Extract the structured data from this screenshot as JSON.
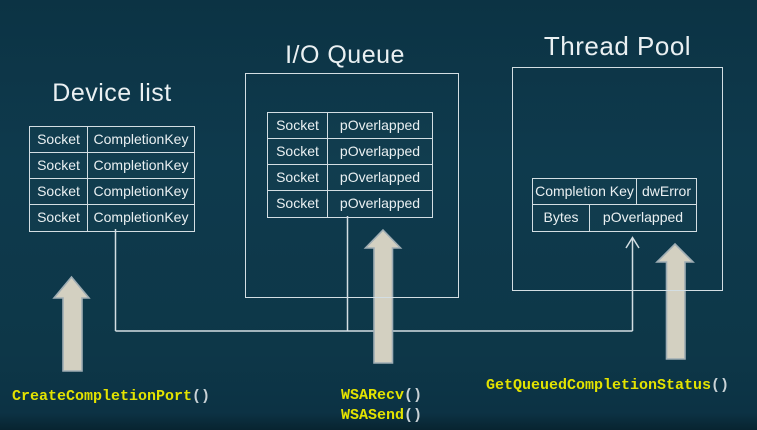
{
  "sections": {
    "device_list": {
      "title": "Device list",
      "rows": [
        [
          "Socket",
          "CompletionKey"
        ],
        [
          "Socket",
          "CompletionKey"
        ],
        [
          "Socket",
          "CompletionKey"
        ],
        [
          "Socket",
          "CompletionKey"
        ]
      ]
    },
    "io_queue": {
      "title": "I/O Queue",
      "rows": [
        [
          "Socket",
          "pOverlapped"
        ],
        [
          "Socket",
          "pOverlapped"
        ],
        [
          "Socket",
          "pOverlapped"
        ],
        [
          "Socket",
          "pOverlapped"
        ]
      ]
    },
    "thread_pool": {
      "title": "Thread Pool",
      "rows": [
        [
          "Completion Key",
          "dwError"
        ],
        [
          "Bytes",
          "pOverlapped"
        ]
      ]
    }
  },
  "labels": {
    "create_completion_port": {
      "name": "CreateCompletionPort",
      "parens": "()"
    },
    "wsa_recv": {
      "name": "WSARecv",
      "parens": "()"
    },
    "wsa_send": {
      "name": "WSASend",
      "parens": "()"
    },
    "get_queued_completion_status": {
      "name": "GetQueuedCompletionStatus",
      "parens": "()"
    }
  },
  "colors": {
    "background": "#0d3748",
    "line": "#d3dee3",
    "table_text": "#eaf0f2",
    "arrow_fill": "#d3d0c1",
    "function_name_yellow": "#e3e300",
    "parentheses_gray": "#c9d2d6"
  }
}
